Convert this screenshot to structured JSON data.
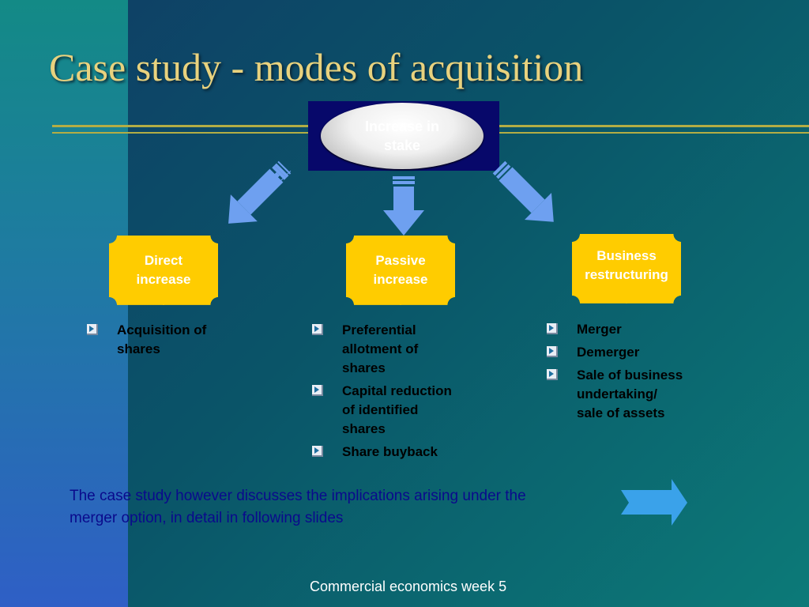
{
  "title": "Case study - modes of acquisition",
  "top_node": {
    "label_line1": "Increase in",
    "label_line2": "stake"
  },
  "branches": [
    {
      "label_line1": "Direct",
      "label_line2": "increase",
      "bullets": [
        [
          "Acquisition of",
          "shares"
        ]
      ]
    },
    {
      "label_line1": "Passive",
      "label_line2": "increase",
      "bullets": [
        [
          "Preferential",
          "allotment of",
          "shares"
        ],
        [
          "Capital reduction",
          "of identified",
          "shares"
        ],
        [
          "Share buyback"
        ]
      ]
    },
    {
      "label_line1": "Business",
      "label_line2": "restructuring",
      "bullets": [
        [
          "Merger"
        ],
        [
          "Demerger"
        ],
        [
          "Sale of business",
          "undertaking/",
          "sale of assets"
        ]
      ]
    }
  ],
  "note": {
    "line1": "The case study however discusses the implications arising under the",
    "line2": "merger option, in detail in following slides"
  },
  "footer": "Commercial economics week 5",
  "colors": {
    "title": "#e8d27e",
    "box_fill": "#ffcc00",
    "arrow": "#6ea0f0",
    "note_arrow": "#3aa2ea",
    "note_text": "#0a0a8c",
    "rule": "#b3ad45"
  },
  "icons": {
    "bullet": "arrow-square-bullet-icon",
    "note_arrow": "right-arrow-icon"
  }
}
